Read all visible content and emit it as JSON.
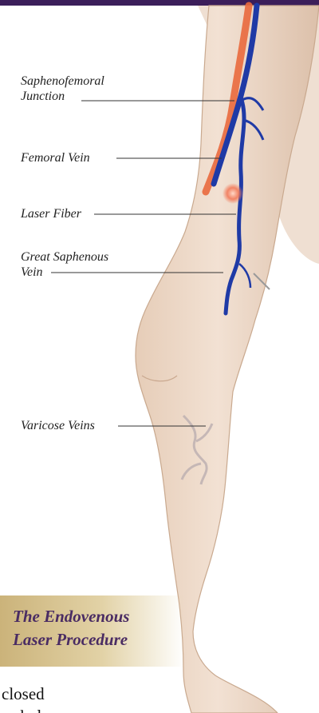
{
  "figure": {
    "callouts": [
      {
        "id": "saphenofemoral-junction",
        "lines": [
          "Saphenofemoral",
          "Junction"
        ]
      },
      {
        "id": "femoral-vein",
        "lines": [
          "Femoral Vein"
        ]
      },
      {
        "id": "laser-fiber",
        "lines": [
          "Laser Fiber"
        ]
      },
      {
        "id": "great-saphenous-vein",
        "lines": [
          "Great Saphenous",
          "Vein"
        ]
      },
      {
        "id": "varicose-veins",
        "lines": [
          "Varicose Veins"
        ]
      }
    ],
    "title": {
      "line1": "The Endovenous",
      "line2": "Laser Procedure"
    }
  },
  "body_text": {
    "visible_word": "closed",
    "cut_off_text": "ch d"
  },
  "colors": {
    "top_bar": "#3b1e5a",
    "skin": "#ecd7c6",
    "artery": "#e9693d",
    "vein": "#1f3aa6",
    "laser_glow": "#f27a5a",
    "title_text": "#4a2c63",
    "title_box": "#cbb37a"
  }
}
